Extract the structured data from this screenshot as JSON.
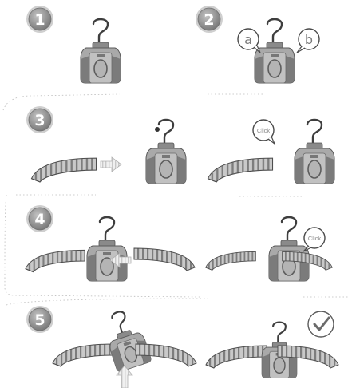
{
  "steps": [
    {
      "number": "1"
    },
    {
      "number": "2",
      "bubble_a": "a",
      "bubble_b": "b"
    },
    {
      "number": "3",
      "click_label": "Click"
    },
    {
      "number": "4",
      "click_label": "Click"
    },
    {
      "number": "5"
    }
  ],
  "colors": {
    "badge": "#9a9a9a",
    "badge_outline": "#6e6e6e",
    "device_light": "#bdbdbd",
    "device_mid": "#8f8f8f",
    "device_dark": "#5e5e5e",
    "arrow_fill": "#e6e6e6"
  },
  "icons": [
    "hanger-device-icon",
    "arm-icon",
    "arrow-icon",
    "speech-bubble-icon",
    "checkmark-icon"
  ]
}
